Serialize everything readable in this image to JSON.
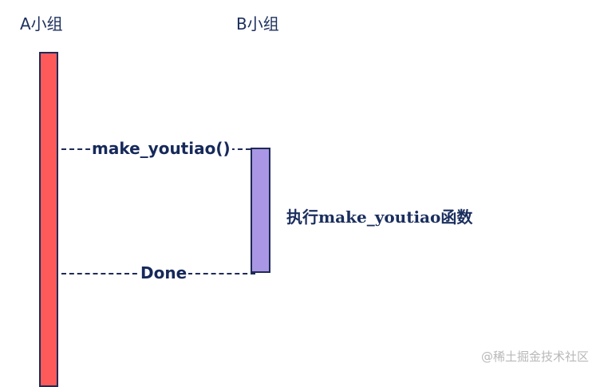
{
  "lanes": {
    "a": {
      "title": "A小组",
      "bar_color": "#fe5a5a"
    },
    "b": {
      "title": "B小组",
      "bar_color": "#a996e4"
    }
  },
  "messages": {
    "call": {
      "label": "make_youtiao()",
      "from": "A小组",
      "to": "B小组"
    },
    "reply": {
      "label": "Done",
      "from": "B小组",
      "to": "A小组"
    }
  },
  "note": {
    "text": "执行make_youtiao函数"
  },
  "watermark": {
    "text": "@稀土掘金技术社区"
  },
  "colors": {
    "outline": "#1e2a57",
    "text": "#1c2f5c"
  }
}
